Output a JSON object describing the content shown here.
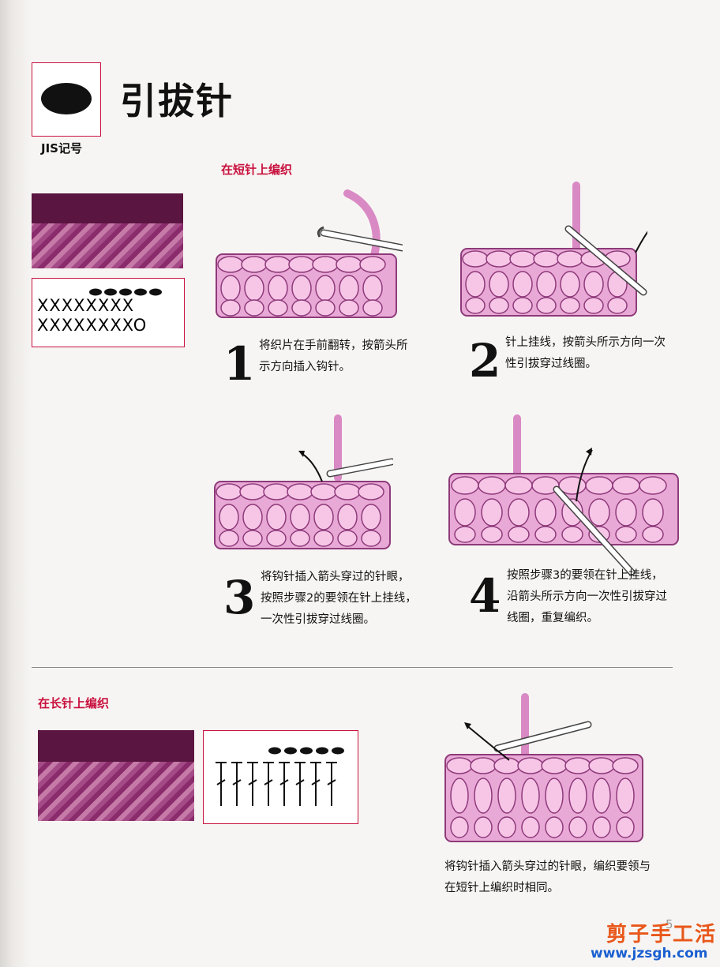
{
  "header": {
    "title": "引拔针",
    "symbol_label": "JIS记号"
  },
  "section_short": {
    "heading": "在短针上编织",
    "steps": [
      {
        "number": "1",
        "text": "将织片在手前翻转，按箭头所示方向插入钩针。"
      },
      {
        "number": "2",
        "text": "针上挂线，按箭头所示方向一次性引拔穿过线圈。"
      },
      {
        "number": "3",
        "text": "将钩针插入箭头穿过的针眼，按照步骤2的要领在针上挂线，一次性引拔穿过线圈。"
      },
      {
        "number": "4",
        "text": "按照步骤3的要领在针上挂线，沿箭头所示方向一次性引拔穿过线圈，重复编织。"
      }
    ],
    "chart_rows": [
      "XXXXXXXX",
      "XXXXXXXXO"
    ]
  },
  "section_long": {
    "heading": "在长针上编织",
    "text": "将钩针插入箭头穿过的针眼，编织要领与在短针上编织时相同。"
  },
  "footer": {
    "page_number": "5",
    "brand": "剪子手工活",
    "url": "www.jzsgh.com"
  },
  "colors": {
    "accent": "#c8103e",
    "yarn": "#d98ac4",
    "yarn_dark": "#8e3a7a",
    "brand": "#e8571a"
  }
}
